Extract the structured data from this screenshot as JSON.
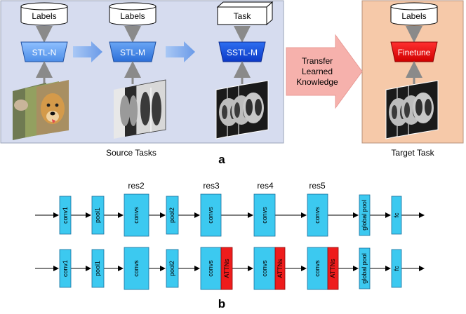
{
  "panel_a": {
    "source_caption": "Source Tasks",
    "target_caption": "Target Task",
    "panel_label": "a",
    "stages": [
      {
        "input_label": "Labels",
        "model_label": "STL-N",
        "images": "natural photos (cat, dog)"
      },
      {
        "input_label": "Labels",
        "model_label": "STL-M",
        "images": "chest x-rays"
      },
      {
        "input_label": "Task",
        "model_label": "SSTL-M",
        "images": "chest CT slices"
      }
    ],
    "transfer_text": [
      "Transfer",
      "Learned",
      "Knowledge"
    ],
    "target": {
      "input_label": "Labels",
      "model_label": "Finetune",
      "images": "chest CT slices"
    },
    "colors": {
      "source_bg": "#d6dcef",
      "target_bg": "#f6c9a9",
      "arrow_fill": "#f6b1ac"
    }
  },
  "panel_b": {
    "panel_label": "b",
    "res_labels": [
      "res2",
      "res3",
      "res4",
      "res5"
    ],
    "row1": [
      "conv1",
      "pool1",
      "convs",
      "pool2",
      "convs",
      "convs",
      "convs",
      "global pool",
      "fc"
    ],
    "row2": [
      "conv1",
      "pool1",
      "convs",
      "pool2",
      "convs",
      "convs",
      "convs",
      "global pool",
      "fc"
    ],
    "attn_label": "ATTNs",
    "colors": {
      "block": "#3cc9f0",
      "attn": "#ee1c1c"
    }
  }
}
